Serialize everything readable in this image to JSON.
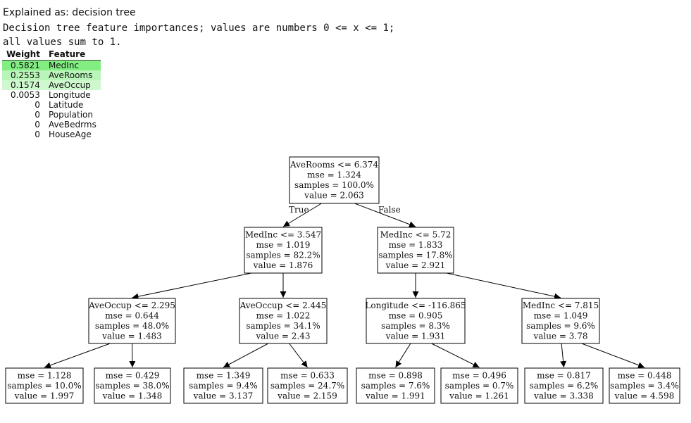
{
  "header": {
    "explained": "Explained as: decision tree",
    "description_line1": "Decision tree feature importances; values are numbers 0 <= x <= 1;",
    "description_line2": "all values sum to 1."
  },
  "weights_table": {
    "headers": {
      "weight": "Weight",
      "feature": "Feature"
    },
    "rows": [
      {
        "weight": "0.5821",
        "feature": "MedInc",
        "bg": "#82ee82"
      },
      {
        "weight": "0.2553",
        "feature": "AveRooms",
        "bg": "#b9f5b9"
      },
      {
        "weight": "0.1574",
        "feature": "AveOccup",
        "bg": "#cff8cf"
      },
      {
        "weight": "0.0053",
        "feature": "Longitude",
        "bg": "#ffffff"
      },
      {
        "weight": "0",
        "feature": "Latitude",
        "bg": "#ffffff"
      },
      {
        "weight": "0",
        "feature": "Population",
        "bg": "#ffffff"
      },
      {
        "weight": "0",
        "feature": "AveBedrms",
        "bg": "#ffffff"
      },
      {
        "weight": "0",
        "feature": "HouseAge",
        "bg": "#ffffff"
      }
    ]
  },
  "tree": {
    "edge_true_label": "True",
    "edge_false_label": "False",
    "nodes": [
      {
        "id": "n0",
        "lines": [
          "AveRooms <= 6.374",
          "mse = 1.324",
          "samples = 100.0%",
          "value = 2.063"
        ]
      },
      {
        "id": "n1",
        "lines": [
          "MedInc <= 3.547",
          "mse = 1.019",
          "samples = 82.2%",
          "value = 1.876"
        ]
      },
      {
        "id": "n2",
        "lines": [
          "MedInc <= 5.72",
          "mse = 1.833",
          "samples = 17.8%",
          "value = 2.921"
        ]
      },
      {
        "id": "n3",
        "lines": [
          "AveOccup <= 2.295",
          "mse = 0.644",
          "samples = 48.0%",
          "value = 1.483"
        ]
      },
      {
        "id": "n4",
        "lines": [
          "AveOccup <= 2.445",
          "mse = 1.022",
          "samples = 34.1%",
          "value = 2.43"
        ]
      },
      {
        "id": "n5",
        "lines": [
          "Longitude <= -116.865",
          "mse = 0.905",
          "samples = 8.3%",
          "value = 1.931"
        ]
      },
      {
        "id": "n6",
        "lines": [
          "MedInc <= 7.815",
          "mse = 1.049",
          "samples = 9.6%",
          "value = 3.78"
        ]
      },
      {
        "id": "n7",
        "lines": [
          "mse = 1.128",
          "samples = 10.0%",
          "value = 1.997"
        ]
      },
      {
        "id": "n8",
        "lines": [
          "mse = 0.429",
          "samples = 38.0%",
          "value = 1.348"
        ]
      },
      {
        "id": "n9",
        "lines": [
          "mse = 1.349",
          "samples = 9.4%",
          "value = 3.137"
        ]
      },
      {
        "id": "n10",
        "lines": [
          "mse = 0.633",
          "samples = 24.7%",
          "value = 2.159"
        ]
      },
      {
        "id": "n11",
        "lines": [
          "mse = 0.898",
          "samples = 7.6%",
          "value = 1.991"
        ]
      },
      {
        "id": "n12",
        "lines": [
          "mse = 0.496",
          "samples = 0.7%",
          "value = 1.261"
        ]
      },
      {
        "id": "n13",
        "lines": [
          "mse = 0.817",
          "samples = 6.2%",
          "value = 3.338"
        ]
      },
      {
        "id": "n14",
        "lines": [
          "mse = 0.448",
          "samples = 3.4%",
          "value = 4.598"
        ]
      }
    ],
    "edges": [
      {
        "from": "n0",
        "to": "n1"
      },
      {
        "from": "n0",
        "to": "n2"
      },
      {
        "from": "n1",
        "to": "n3"
      },
      {
        "from": "n1",
        "to": "n4"
      },
      {
        "from": "n2",
        "to": "n5"
      },
      {
        "from": "n2",
        "to": "n6"
      },
      {
        "from": "n3",
        "to": "n7"
      },
      {
        "from": "n3",
        "to": "n8"
      },
      {
        "from": "n4",
        "to": "n9"
      },
      {
        "from": "n4",
        "to": "n10"
      },
      {
        "from": "n5",
        "to": "n11"
      },
      {
        "from": "n5",
        "to": "n12"
      },
      {
        "from": "n6",
        "to": "n13"
      },
      {
        "from": "n6",
        "to": "n14"
      }
    ]
  }
}
